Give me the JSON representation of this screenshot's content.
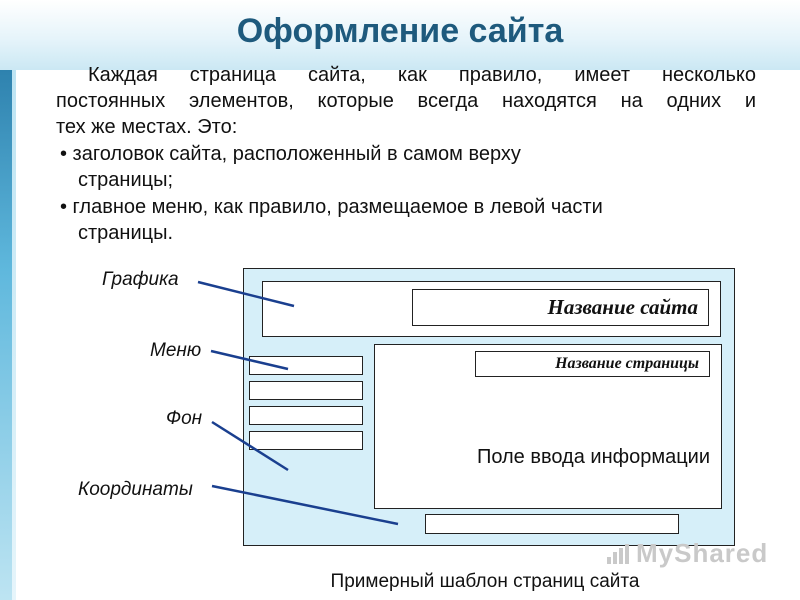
{
  "slide": {
    "title": "Оформление сайта",
    "intro_lines": [
      "Каждая страница сайта, как правило, имеет несколько",
      "постоянных элементов, которые всегда находятся на одних и",
      "тех же местах. Это:"
    ],
    "bullets": [
      {
        "line1": "• заголовок сайта, расположенный в самом верху",
        "line2": "страницы;"
      },
      {
        "line1": "• главное меню, как правило, размещаемое в левой части",
        "line2": "страницы."
      }
    ]
  },
  "diagram": {
    "labels": {
      "graphics": "Графика",
      "menu": "Меню",
      "background": "Фон",
      "coordinates": "Координаты"
    },
    "site_name": "Название сайта",
    "page_name": "Название страницы",
    "content_field": "Поле ввода информации",
    "caption": "Примерный шаблон страниц сайта",
    "menu_items_count": 4
  },
  "watermark": "MyShared",
  "colors": {
    "title": "#1e5a7d",
    "frame_fill": "#d6eff9",
    "connector": "#1a3f8f",
    "accent_stripe": "#1d6f9e"
  }
}
